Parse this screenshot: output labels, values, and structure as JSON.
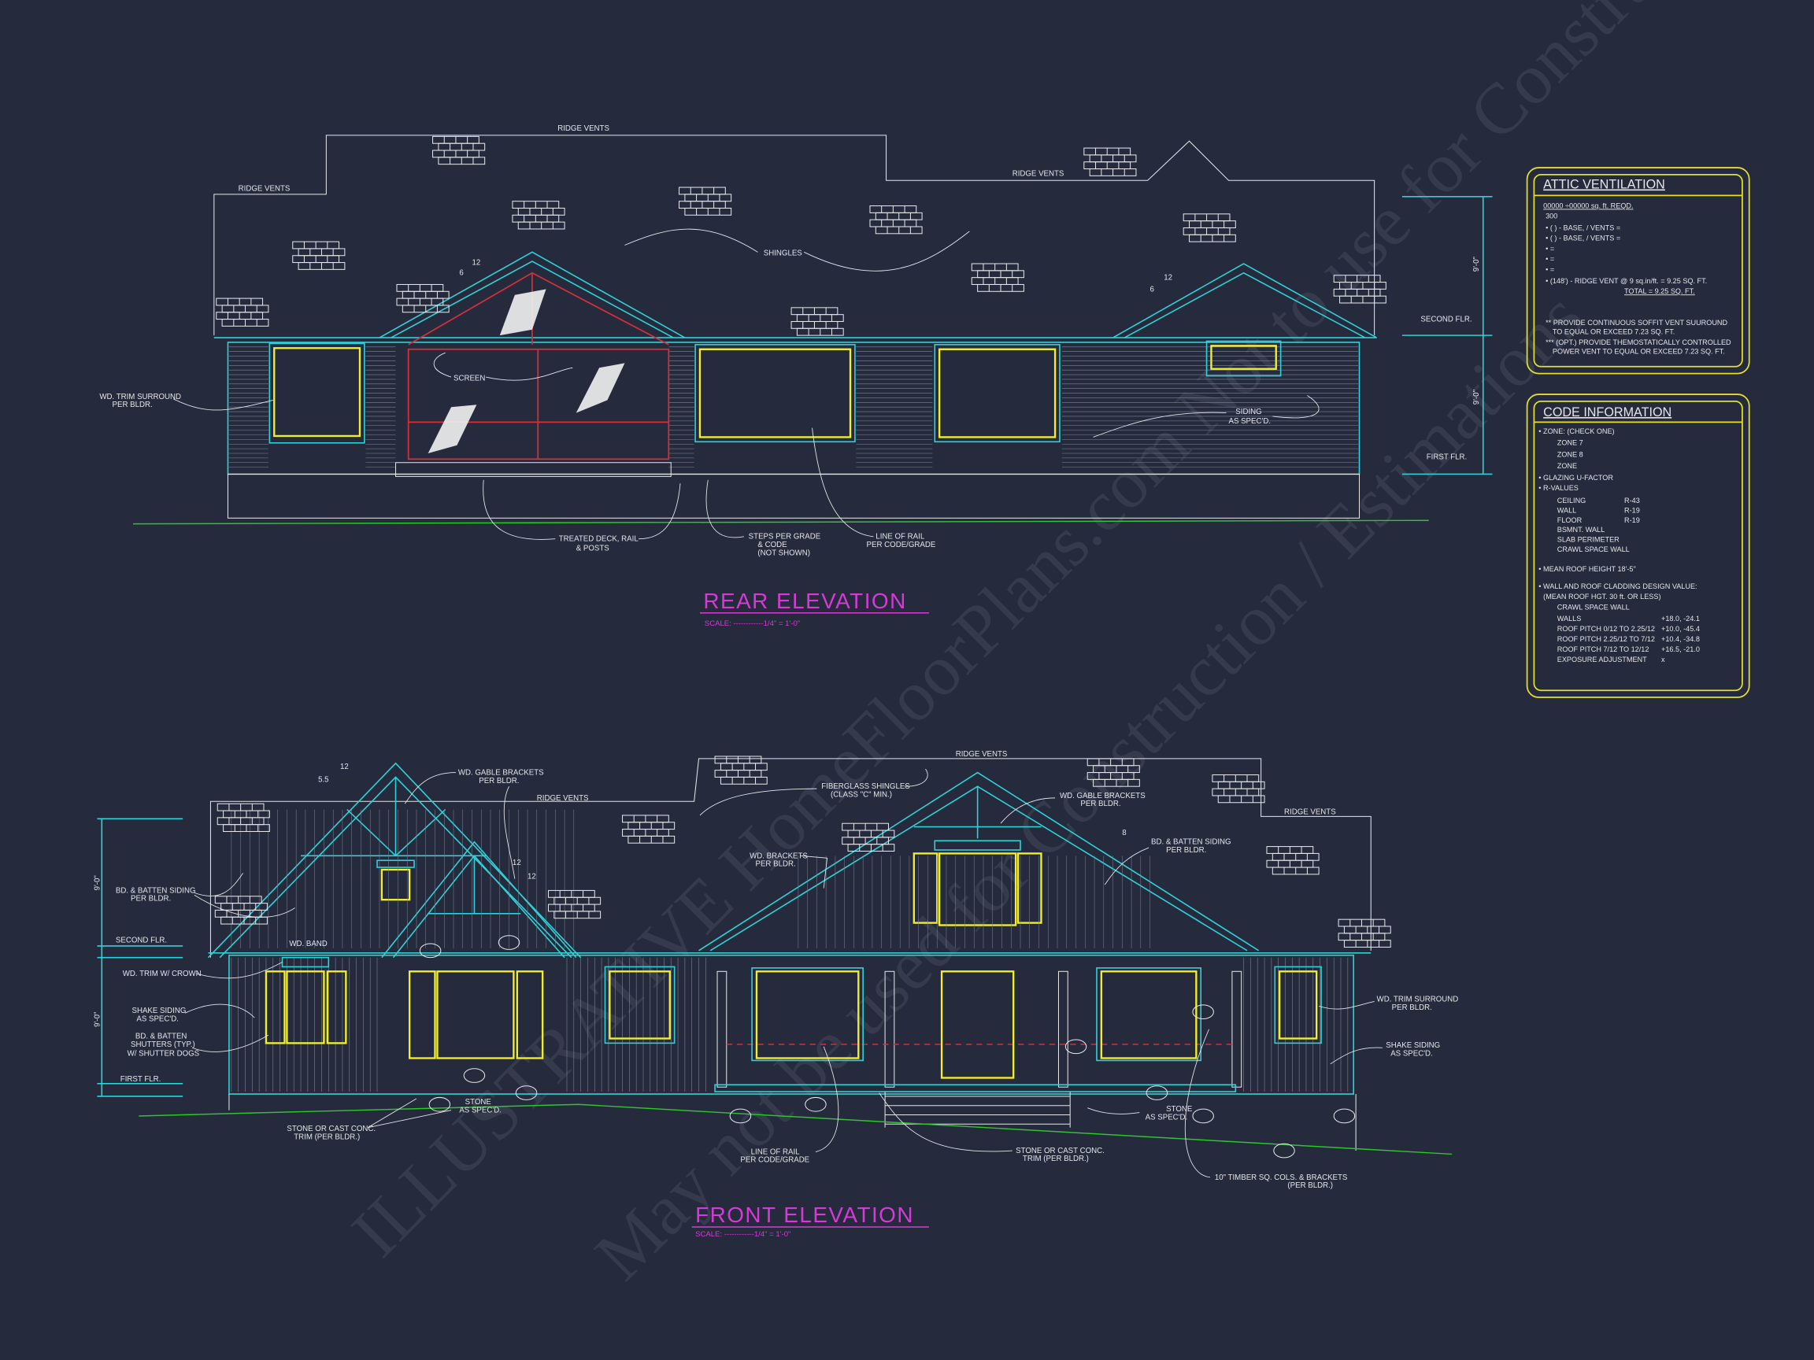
{
  "colors": {
    "background": "#252a3c",
    "wall_trim": "#2fd1d6",
    "windows": "#f2ef2a",
    "screen": "#d2303a",
    "grade": "#2ec52e",
    "titles": "#d63ad6",
    "tables": "#e3e02a"
  },
  "watermark": [
    "ILLUSTRATIVE HomeFloorPlans.com Not to use for Construction",
    "May not be used for Construction / Estimations"
  ],
  "rear": {
    "title": "REAR ELEVATION",
    "scale": "SCALE: ------------1/4\" = 1'-0\"",
    "labels": {
      "ridge_vents_1": "RIDGE VENTS",
      "ridge_vents_2": "RIDGE VENTS",
      "ridge_vents_3": "RIDGE VENTS",
      "shingles": "SHINGLES",
      "screen": "SCREEN",
      "trim_1": "WD. TRIM SURROUND",
      "trim_2": "PER BLDR.",
      "siding_1": "SIDING",
      "siding_2": "AS SPEC'D.",
      "deck_1": "TREATED DECK, RAIL",
      "deck_2": "& POSTS",
      "steps_1": "STEPS PER GRADE",
      "steps_2": "& CODE",
      "steps_3": "(NOT SHOWN)",
      "rail_1": "LINE OF RAIL",
      "rail_2": "PER CODE/GRADE",
      "second_flr": "SECOND FLR.",
      "first_flr": "FIRST FLR.",
      "pitch_rise": "12",
      "pitch_run": "6",
      "dim_upper": "9'-0\"",
      "dim_lower": "9'-0\""
    }
  },
  "front": {
    "title": "FRONT ELEVATION",
    "scale": "SCALE: ------------1/4\" = 1'-0\"",
    "labels": {
      "ridge_vents_1": "RIDGE VENTS",
      "ridge_vents_2": "RIDGE VENTS",
      "ridge_vents_3": "RIDGE VENTS",
      "gable_1a": "WD. GABLE BRACKETS",
      "gable_1b": "PER BLDR.",
      "gable_2a": "WD. GABLE BRACKETS",
      "gable_2b": "PER BLDR.",
      "fiber_1": "FIBERGLASS SHINGLES",
      "fiber_2": "(CLASS \"C\" MIN.)",
      "brackets_1": "WD. BRACKETS",
      "brackets_2": "PER BLDR.",
      "batten_l1": "BD. & BATTEN SIDING",
      "batten_l2": "PER BLDR.",
      "batten_r1": "BD. & BATTEN SIDING",
      "batten_r2": "PER BLDR.",
      "second_flr": "SECOND FLR.",
      "band": "WD. BAND",
      "crown": "WD. TRIM W/ CROWN",
      "shake_l1": "SHAKE SIDING",
      "shake_l2": "AS SPEC'D.",
      "shutters_1": "BD. & BATTEN",
      "shutters_2": "SHUTTERS (TYP.)",
      "shutters_3": "W/ SHUTTER DOGS",
      "first_flr": "FIRST FLR.",
      "stone_trim_l1": "STONE OR CAST CONC.",
      "stone_trim_l2": "TRIM (PER BLDR.)",
      "stone_l1": "STONE",
      "stone_l2": "AS SPEC'D.",
      "rail_1": "LINE OF RAIL",
      "rail_2": "PER CODE/GRADE",
      "stone_trim_c1": "STONE OR CAST CONC.",
      "stone_trim_c2": "TRIM (PER BLDR.)",
      "stone_r1": "STONE",
      "stone_r2": "AS SPEC'D.",
      "timber_1": "10\" TIMBER SQ. COLS. & BRACKETS",
      "timber_2": "(PER BLDR.)",
      "trim_r1": "WD. TRIM SURROUND",
      "trim_r2": "PER BLDR.",
      "shake_r1": "SHAKE SIDING",
      "shake_r2": "AS SPEC'D.",
      "pitch_a": "5.5",
      "pitch_b": "12",
      "pitch_c": "12",
      "pitch_d": "8",
      "pitch_e": "12",
      "dim_upper": "9'-0\"",
      "dim_lower": "9'-0\""
    }
  },
  "attic": {
    "title": "ATTIC VENTILATION",
    "lines": [
      "00000 ÷00000 sq. ft. REQD.",
      "300",
      "• (    ) -          BASE,    /    VENTS    =",
      "• (    ) -          BASE,    /    VENTS    =",
      "•                                                 =",
      "•                                                 =",
      "•                                                 =",
      "• (148') - RIDGE VENT @ 9 sq.in/ft. = 9.25 SQ. FT.",
      "TOTAL       = 9.25 SQ. FT.",
      "** PROVIDE CONTINUOUS SOFFIT VENT SUUROUND",
      "TO EQUAL OR EXCEED  7.23 SQ. FT.",
      "*** (OPT.) PROVIDE THEMOSTATICALLY CONTROLLED",
      "POWER VENT TO EQUAL OR EXCEED 7.23 SQ. FT."
    ]
  },
  "code": {
    "title": "CODE INFORMATION",
    "lines": [
      "• ZONE: (CHECK ONE)",
      "ZONE 7",
      "ZONE 8",
      "ZONE",
      "• GLAZING U-FACTOR",
      "• R-VALUES",
      "• MEAN ROOF HEIGHT  18'-5\"",
      "• WALL AND ROOF CLADDING DESIGN VALUE:",
      "(MEAN ROOF HGT. 30 ft. OR LESS)",
      "CRAWL SPACE WALL"
    ],
    "rvalues": [
      {
        "name": "CEILING",
        "value": "R-43"
      },
      {
        "name": "WALL",
        "value": "R-19"
      },
      {
        "name": "FLOOR",
        "value": "R-19"
      },
      {
        "name": "BSMNT. WALL",
        "value": ""
      },
      {
        "name": "SLAB PERIMETER",
        "value": ""
      },
      {
        "name": "CRAWL SPACE WALL",
        "value": ""
      }
    ],
    "design": [
      {
        "name": "WALLS",
        "value": "+18.0, -24.1"
      },
      {
        "name": "ROOF PITCH 0/12 TO 2.25/12",
        "value": "+10.0, -45.4"
      },
      {
        "name": "ROOF PITCH 2.25/12 TO 7/12",
        "value": "+10.4, -34.8"
      },
      {
        "name": "ROOF PITCH 7/12 TO 12/12",
        "value": "+16.5, -21.0"
      },
      {
        "name": "EXPOSURE ADJUSTMENT",
        "value": "x"
      }
    ]
  }
}
